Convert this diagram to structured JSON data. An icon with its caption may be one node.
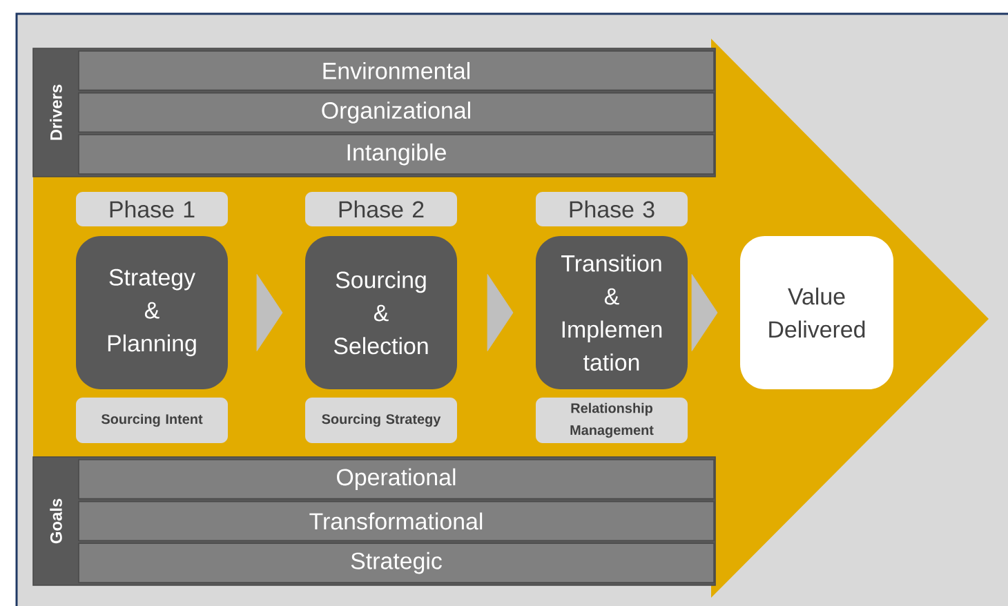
{
  "diagram": {
    "nodes": [
      {
        "text": [
          "Drivers"
        ]
      },
      {
        "text": [
          "Environmental"
        ],
        "in": 0
      },
      {
        "text": [
          "Organizational"
        ],
        "in": 0
      },
      {
        "text": [
          "Intangible"
        ],
        "in": 0
      },
      {
        "text": [
          "Phase 1"
        ]
      },
      {
        "text": [
          "Phase 2"
        ]
      },
      {
        "text": [
          "Phase 3"
        ]
      },
      {
        "text": [
          "Strategy & Planning"
        ]
      },
      {
        "text": [
          "Sourcing & Selection"
        ]
      },
      {
        "text": [
          "Transition & Implemen tation"
        ]
      },
      {
        "text": [
          "Value Delivered"
        ]
      },
      {
        "text": [
          "Sourcing Intent"
        ]
      },
      {
        "text": [
          "Sourcing Strategy"
        ]
      },
      {
        "text": [
          "Relationship Management"
        ]
      },
      {
        "text": [
          "Goals"
        ]
      },
      {
        "text": [
          "Operational"
        ],
        "in": 14
      },
      {
        "text": [
          "Transformational"
        ],
        "in": 14
      },
      {
        "text": [
          "Strategic"
        ],
        "in": 14
      }
    ],
    "edges": [
      {
        "from": 7,
        "to": 8,
        "arrow": "to"
      },
      {
        "from": 8,
        "to": 9,
        "arrow": "to"
      },
      {
        "from": 9,
        "to": 10,
        "arrow": "to"
      }
    ]
  }
}
